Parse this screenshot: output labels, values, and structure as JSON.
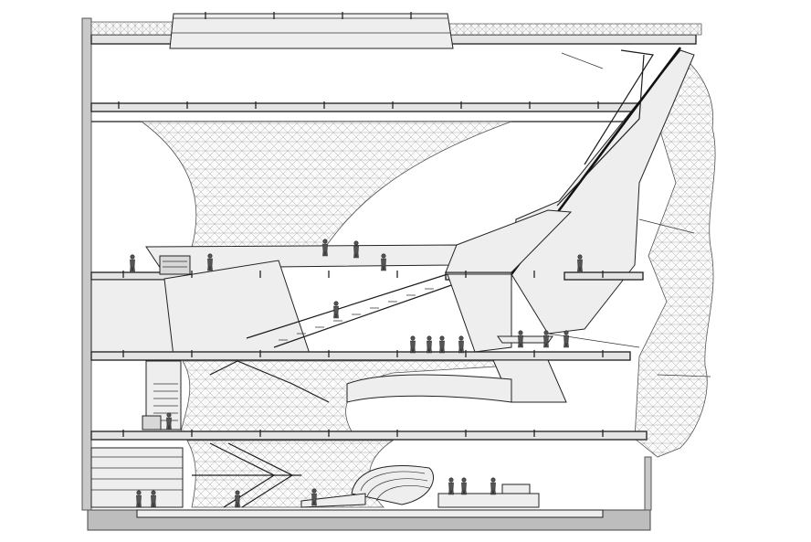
{
  "drawing": {
    "kind": "architectural-section",
    "colors": {
      "ink": "#1c1c1c",
      "mesh": "#7a7a7a",
      "slab_fill": "#e4e4e4",
      "wall_fill": "#c9c9c9",
      "panel_fill": "#eeeeee",
      "ground_fill": "#bdbdbd",
      "background": "#ffffff"
    },
    "floor_levels": [
      "roof",
      "upper",
      "middle",
      "lower-middle",
      "lower",
      "ground"
    ],
    "people_count": 22,
    "elements": {
      "skylight": true,
      "left-exterior-wall": true,
      "right-facade-mesh": true,
      "central-membrane-funnel": true,
      "diagonal-stair": true,
      "bleacher-seating": true,
      "ground-floor-stair": true,
      "ribbed-pod-sculpture": true
    }
  }
}
